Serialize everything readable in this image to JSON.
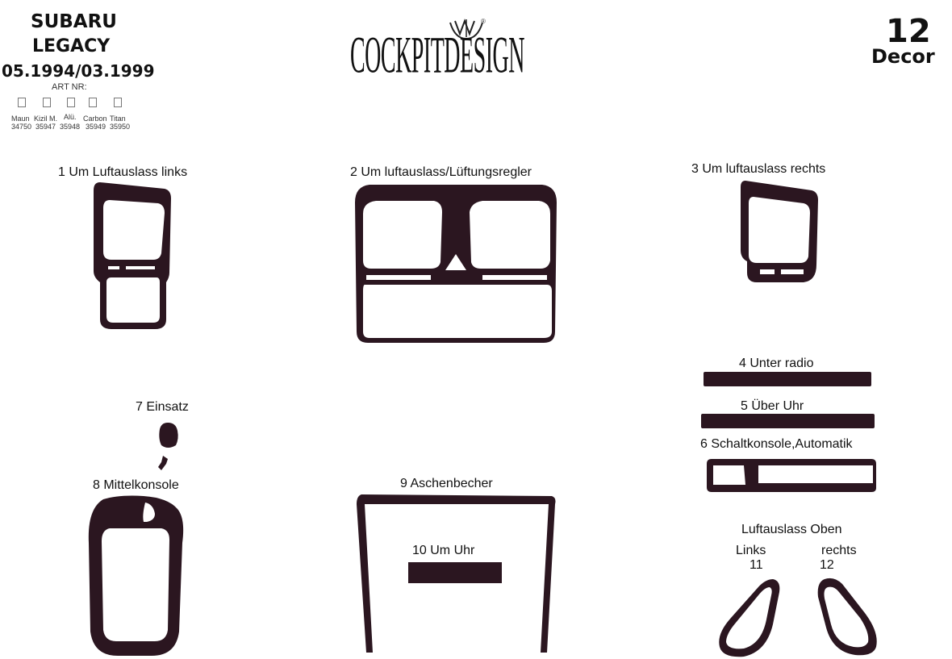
{
  "header": {
    "make": "SUBARU",
    "model": "LEGACY",
    "period": "05.1994/03.1999",
    "art_label": "ART NR:",
    "variants": [
      {
        "name": "Maun",
        "code": "34750"
      },
      {
        "name": "Kizil M.",
        "code": "35947"
      },
      {
        "name": "Alü.",
        "code": "35948"
      },
      {
        "name": "Carbon",
        "code": "35949"
      },
      {
        "name": "Titan",
        "code": "35950"
      }
    ]
  },
  "brand": {
    "logo_text": "COCKPITDESIGN",
    "emblem": "cockpitdesign-emblem",
    "registered_mark": "®"
  },
  "piece_count": {
    "number": "12",
    "label": "Decor"
  },
  "parts": {
    "p1": "1 Um Luftauslass links",
    "p2": "2  Um luftauslass/Lüftungsregler",
    "p3": "3  Um luftauslass rechts",
    "p4": "4  Unter radio",
    "p5": "5  Über Uhr",
    "p6": "6  Schaltkonsole,Automatik",
    "p7": "7  Einsatz",
    "p8": "8  Mittelkonsole",
    "p9": "9  Aschenbecher",
    "p10": "10  Um Uhr",
    "oben_title": "Luftauslass Oben",
    "links": "Links",
    "rechts": "rechts",
    "p11": "11",
    "p12": "12"
  },
  "colors": {
    "trim": "#2b1620",
    "text": "#111111",
    "background": "#ffffff"
  }
}
